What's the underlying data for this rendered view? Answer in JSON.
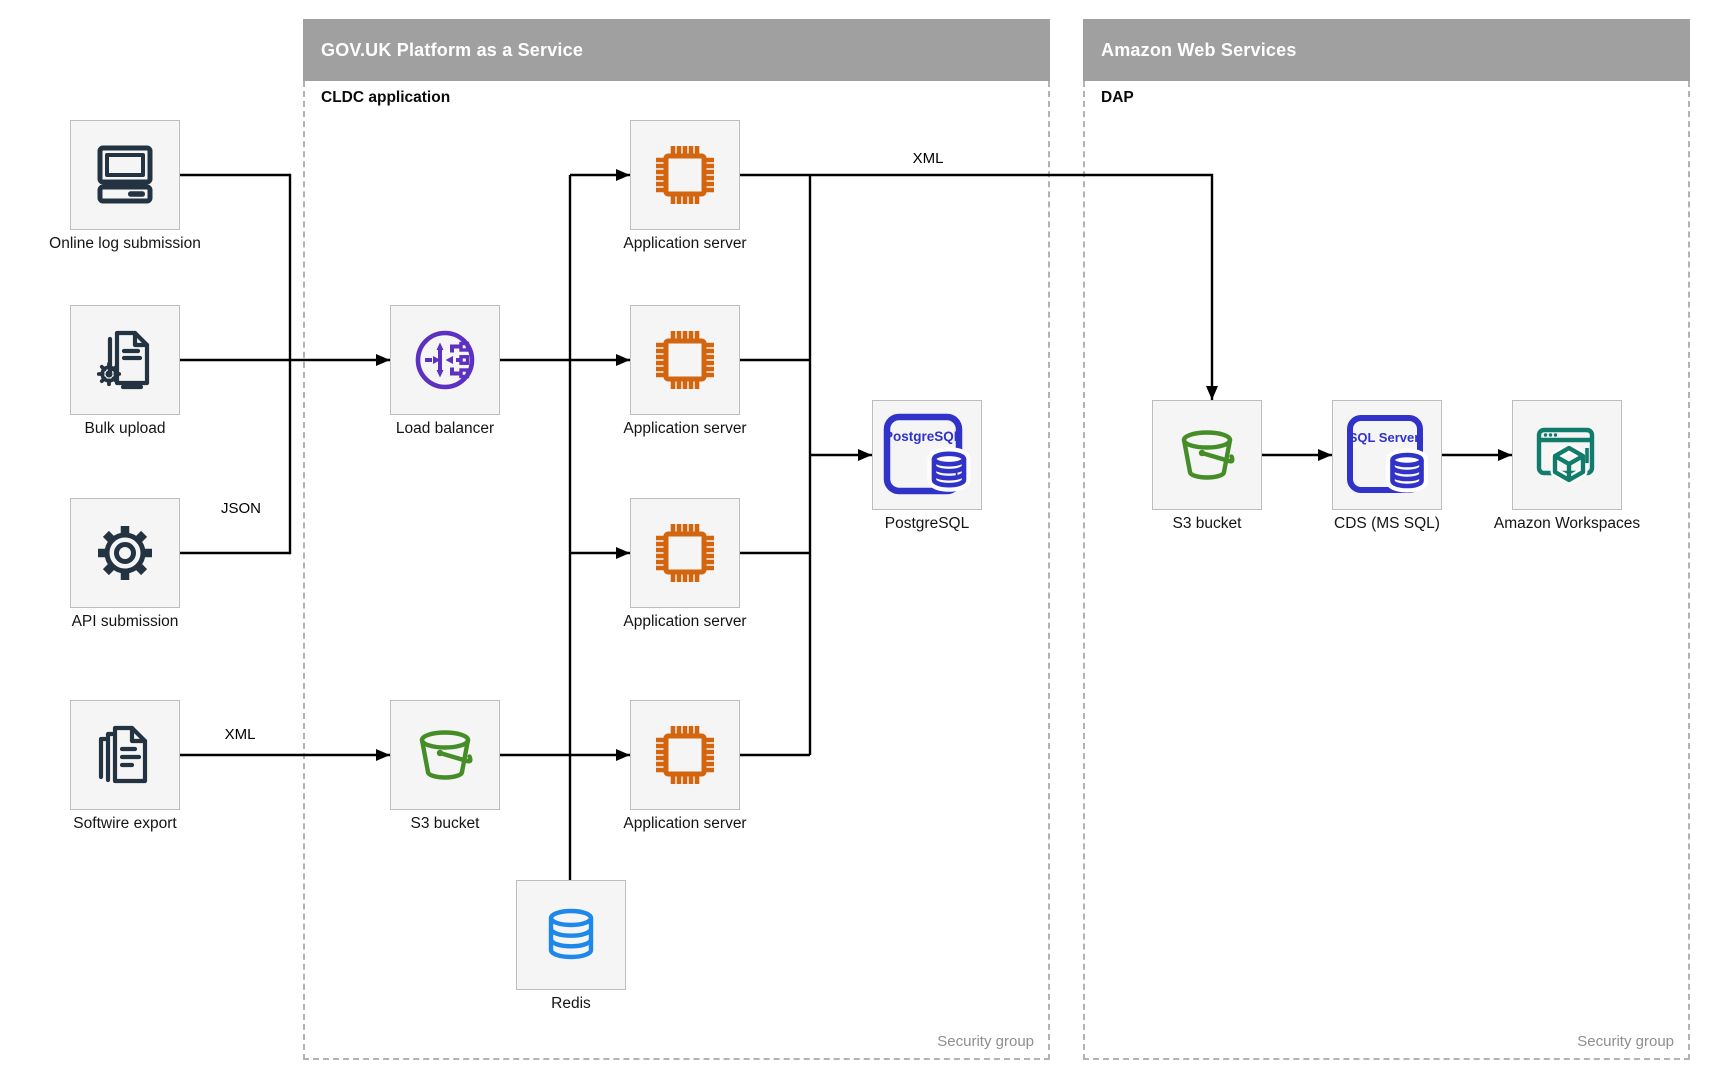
{
  "paas": {
    "title": "GOV.UK Platform as a Service",
    "sublabel": "CLDC application",
    "footer": "Security group"
  },
  "aws": {
    "title": "Amazon Web Services",
    "sublabel": "DAP",
    "footer": "Security group"
  },
  "nodes": {
    "online_log": {
      "label": "Online log submission",
      "icon": "desktop-computer-icon"
    },
    "bulk_upload": {
      "label": "Bulk upload",
      "icon": "document-gear-icon"
    },
    "api_submission": {
      "label": "API submission",
      "icon": "gear-icon"
    },
    "softwire_export": {
      "label": "Softwire export",
      "icon": "documents-stack-icon"
    },
    "load_balancer": {
      "label": "Load balancer",
      "icon": "load-balancer-icon"
    },
    "app_server_1": {
      "label": "Application server",
      "icon": "chip-icon"
    },
    "app_server_2": {
      "label": "Application server",
      "icon": "chip-icon"
    },
    "app_server_3": {
      "label": "Application server",
      "icon": "chip-icon"
    },
    "app_server_4": {
      "label": "Application server",
      "icon": "chip-icon"
    },
    "s3_bucket_paas": {
      "label": "S3 bucket",
      "icon": "bucket-icon"
    },
    "redis": {
      "label": "Redis",
      "icon": "database-icon"
    },
    "postgresql": {
      "label": "PostgreSQL",
      "icon": "postgresql-icon",
      "icon_text": "PostgreSQL"
    },
    "s3_bucket_aws": {
      "label": "S3 bucket",
      "icon": "bucket-icon"
    },
    "cds": {
      "label": "CDS (MS SQL)",
      "icon": "sql-server-icon",
      "icon_text": "SQL Server"
    },
    "workspaces": {
      "label": "Amazon Workspaces",
      "icon": "workspaces-icon"
    }
  },
  "edge_labels": {
    "json": "JSON",
    "xml_softwire": "XML",
    "xml_top": "XML"
  },
  "colors": {
    "header_gray": "#a0a0a0",
    "dash_gray": "#b3b3b3",
    "muted_gray": "#8f8f8f",
    "node_fill": "#f5f5f5",
    "node_border": "#bdbdbd",
    "navy": "#243342",
    "purple": "#5c30c0",
    "orange": "#d4650f",
    "green": "#448d27",
    "blue": "#1d87ea",
    "indigo": "#3032c8",
    "teal": "#117c6b"
  }
}
